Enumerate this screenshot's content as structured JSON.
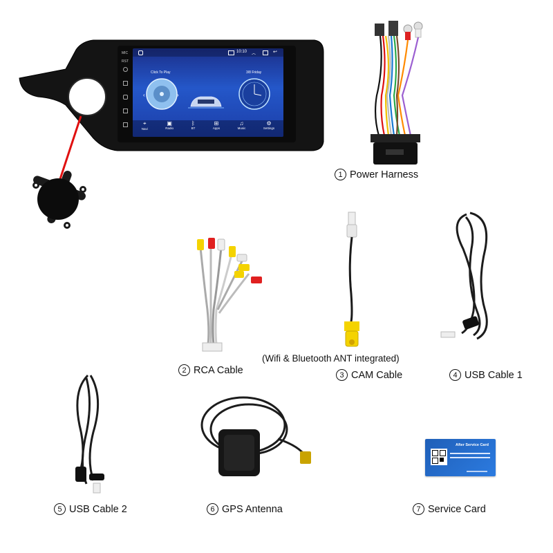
{
  "head_unit": {
    "time": "10:10",
    "left_card": "Click To Play",
    "right_card": "3/8 Friday",
    "side_labels": [
      "MIC",
      "RST"
    ],
    "dock": [
      {
        "label": "Navi",
        "icon": "map-pin-icon"
      },
      {
        "label": "Radio",
        "icon": "radio-icon"
      },
      {
        "label": "BT",
        "icon": "bluetooth-icon"
      },
      {
        "label": "Apps",
        "icon": "apps-grid-icon"
      },
      {
        "label": "Music",
        "icon": "music-note-icon"
      },
      {
        "label": "Settings",
        "icon": "gear-icon"
      }
    ]
  },
  "items": [
    {
      "num": "1",
      "label": "Power Harness"
    },
    {
      "num": "2",
      "label": "RCA Cable"
    },
    {
      "num": "3",
      "label": "CAM Cable"
    },
    {
      "num": "4",
      "label": "USB Cable 1"
    },
    {
      "num": "5",
      "label": "USB Cable 2"
    },
    {
      "num": "6",
      "label": "GPS Antenna"
    },
    {
      "num": "7",
      "label": "Service Card"
    }
  ],
  "cam_note": "(Wifi & Bluetooth ANT integrated)",
  "service_card": {
    "title": "After Service Card"
  }
}
